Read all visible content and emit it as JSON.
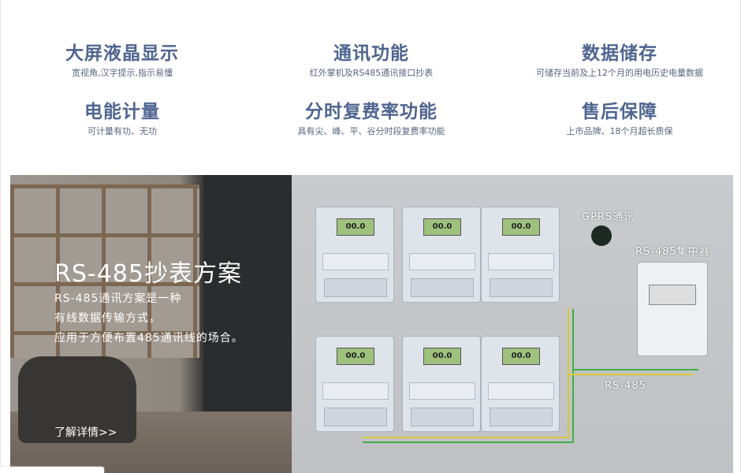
{
  "features": [
    {
      "title": "大屏液晶显示",
      "desc": "宽视角,汉字提示,指示易懂"
    },
    {
      "title": "通讯功能",
      "desc": "红外掌机及RS485通讯接口抄表"
    },
    {
      "title": "数据储存",
      "desc": "可储存当前及上12个月的用电历史电量数据"
    },
    {
      "title": "电能计量",
      "desc": "可计量有功、无功"
    },
    {
      "title": "分时复费率功能",
      "desc": "具有尖、峰、平、谷分时段复费率功能"
    },
    {
      "title": "售后保障",
      "desc": "上市品牌、18个月超长质保"
    }
  ],
  "banner": {
    "title": "RS-485抄表方案",
    "desc": [
      "RS-485通讯方案是一种",
      "有线数据传输方式，",
      "应用于方便布置485通讯线的场合。"
    ],
    "more": "了解详情>>",
    "gprs_label": "GPRS通讯",
    "concentrator_label": "RS-485集中器",
    "bus_label": "RS-485",
    "meter_reading": "00.0"
  }
}
